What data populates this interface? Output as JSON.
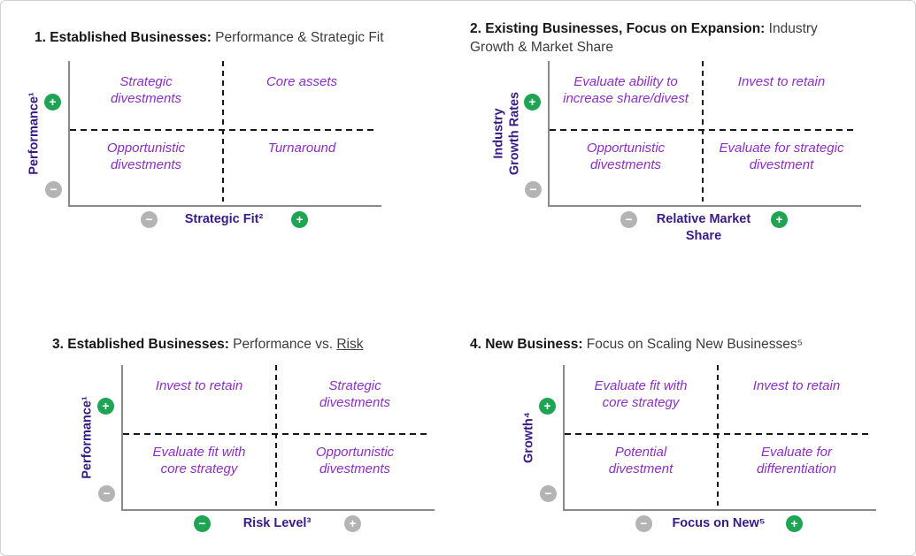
{
  "colors": {
    "quadrant_text": "#8D2EC4",
    "axis_label": "#381B85",
    "title_bold": "#161616",
    "title_regular": "#3C3C3C",
    "axis_line": "#8A8A8A",
    "dash_line": "#161616",
    "badge_green": "#1EA452",
    "badge_gray": "#B5B4B4",
    "badge_glyph": "#FFFFFF"
  },
  "icons": {
    "plus": "+",
    "minus": "−"
  },
  "charts": [
    {
      "title_bold": "1. Established Businesses:",
      "title_regular": " Performance & Strategic Fit",
      "y_axis": {
        "label": "Performance¹"
      },
      "x_axis": {
        "label": "Strategic Fit²"
      },
      "quadrants": {
        "top_left": "Strategic\ndivestments",
        "top_right": "Core assets",
        "bottom_left": "Opportunistic\ndivestments",
        "bottom_right": "Turnaround"
      }
    },
    {
      "title_bold": "2. Existing Businesses, Focus on Expansion:",
      "title_regular_line1": " Industry",
      "title_regular_line2": "Growth & Market Share",
      "y_axis": {
        "label": "Industry\nGrowth Rates"
      },
      "x_axis": {
        "label": "Relative Market\nShare"
      },
      "quadrants": {
        "top_left": "Evaluate ability to\nincrease share/divest",
        "top_right": "Invest to retain",
        "bottom_left": "Opportunistic\ndivestments",
        "bottom_right": "Evaluate for strategic\ndivestment"
      }
    },
    {
      "title_bold": "3. Established Businesses:",
      "title_regular": " Performance vs. ",
      "title_underlined": "Risk",
      "y_axis": {
        "label": "Performance¹"
      },
      "x_axis": {
        "label": "Risk Level³"
      },
      "quadrants": {
        "top_left": "Invest to retain",
        "top_right": "Strategic\ndivestments",
        "bottom_left": "Evaluate fit with\ncore strategy",
        "bottom_right": "Opportunistic\ndivestments"
      }
    },
    {
      "title_bold": "4. New Business:",
      "title_regular": " Focus on Scaling New Businesses⁵",
      "y_axis": {
        "label": "Growth⁴"
      },
      "x_axis": {
        "label": "Focus on New⁵"
      },
      "quadrants": {
        "top_left": "Evaluate fit with\ncore strategy",
        "top_right": "Invest to retain",
        "bottom_left": "Potential\ndivestment",
        "bottom_right": "Evaluate for\ndifferentiation"
      }
    }
  ]
}
